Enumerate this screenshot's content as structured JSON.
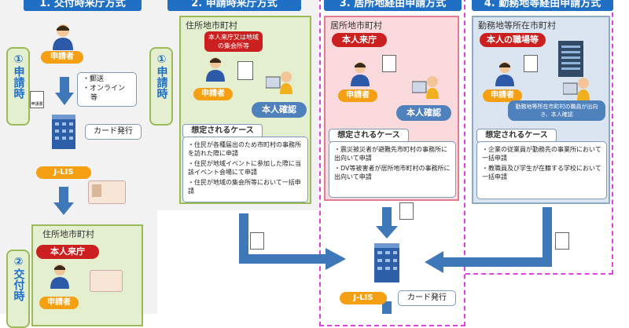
{
  "section1": {
    "title": "1. 交付時来庁方式",
    "applicant": "申請者",
    "methods": [
      "・郵送",
      "・オンライン",
      "等"
    ],
    "card_issue": "カード発行",
    "jlis": "J-LIS",
    "phase_apply": "①申請時",
    "phase_deliver": "②交付時",
    "lower_location": "住所地市町村",
    "lower_visit": "本人来庁",
    "lower_applicant": "申請者"
  },
  "section2": {
    "title": "2. 申請時来庁方式",
    "location": "住所地市町村",
    "visit_note": "本人来庁又は地域の集会所等",
    "applicant": "申請者",
    "identity": "本人確認",
    "case_head": "想定されるケース",
    "cases": [
      "・住民が各種届出のため市町村の事務所を訪れた際に申請",
      "・住民が地域イベントに参加した際に当該イベント会場にて申請",
      "・住民が地域の集会所等において一括申請"
    ]
  },
  "section3": {
    "title": "3. 居所地経由申請方式",
    "location": "居所地市町村",
    "visit": "本人来庁",
    "applicant": "申請者",
    "identity": "本人確認",
    "case_head": "想定されるケース",
    "cases": [
      "・震災被災者が避難先市町村の事務所に出向いて申請",
      "・DV等被害者が居所地市町村の事務所に出向いて申請"
    ]
  },
  "section4": {
    "title": "4. 勤務地等経由申請方式",
    "location": "勤務地等所在市町村",
    "visit": "本人の職場等",
    "applicant": "申請者",
    "staff_note": "勤務地等所在市町村の職員が出向き、本人確認",
    "case_head": "想定されるケース",
    "cases": [
      "・企業の従業員が勤務先の事業所において一括申請",
      "・教職員及び学生が在籍する学校において一括申請"
    ]
  },
  "bottom": {
    "jlis": "J-LIS",
    "card_issue": "カード発行"
  },
  "doc_label": "申請書",
  "colors": {
    "title_blue": "#1f6fc5",
    "green_border": "#9bbb59",
    "pink_border": "#e07c93",
    "magenta_dashed": "#e040e0",
    "red_pill": "#cc1f1f",
    "orange_pill": "#f4a012"
  }
}
